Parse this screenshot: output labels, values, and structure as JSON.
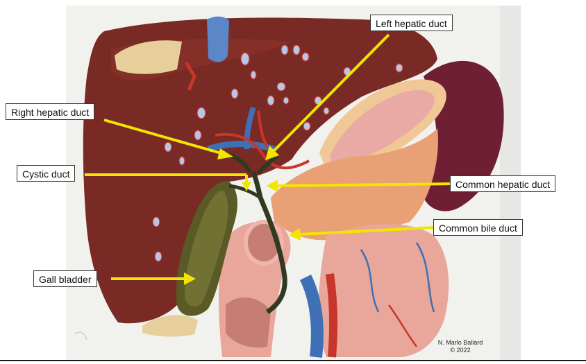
{
  "labels": {
    "left_hepatic_duct": "Left hepatic duct",
    "right_hepatic_duct": "Right hepatic duct",
    "cystic_duct": "Cystic duct",
    "common_hepatic_duct": "Common hepatic duct",
    "common_bile_duct": "Common bile duct",
    "gall_bladder": "Gall bladder"
  },
  "credit": {
    "author": "N. Marlo Ballard",
    "copyright": "© 2022"
  },
  "colors": {
    "arrow": "#f2e500",
    "liver": "#7a2a24",
    "gallbladder": "#5a5a26",
    "duct": "#2f3a20",
    "vein": "#3f6fb5",
    "artery": "#c8352b",
    "intestine": "#e8a79a",
    "pancreas": "#e9a074"
  }
}
